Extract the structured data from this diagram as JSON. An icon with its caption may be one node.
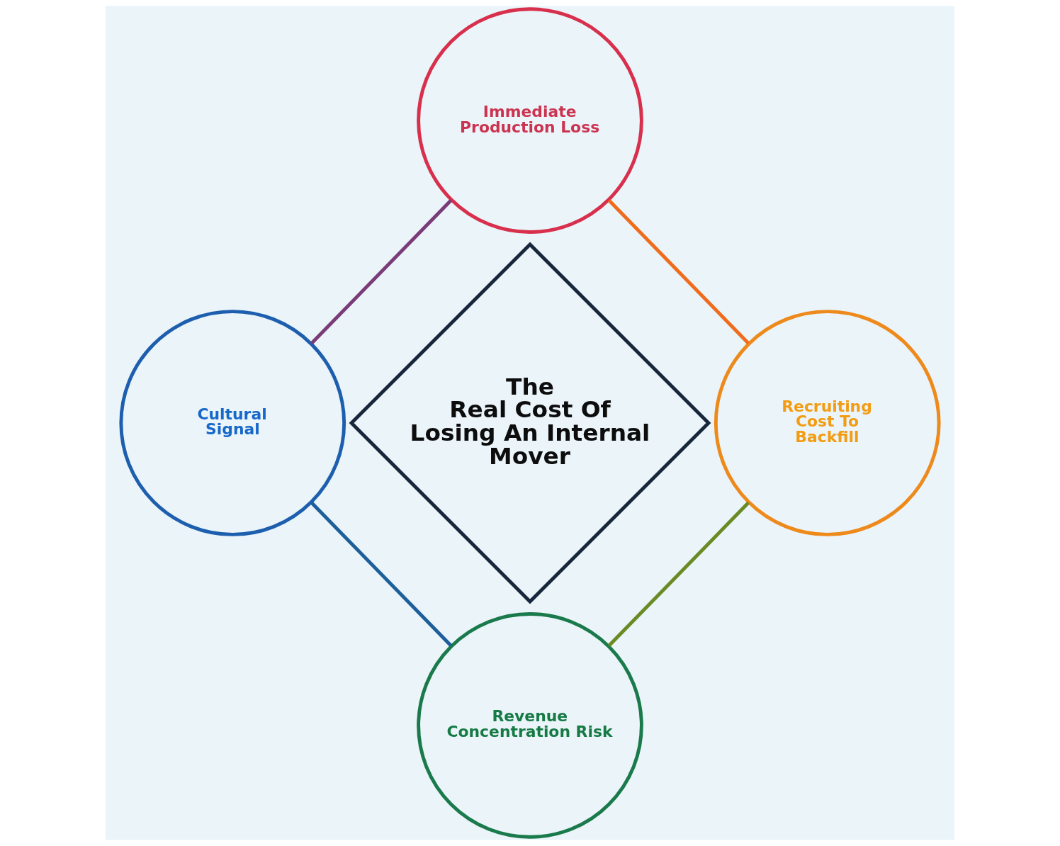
{
  "diagram": {
    "nodes": [
      {
        "text": [
          "Immediate Production Loss"
        ]
      },
      {
        "text": [
          "Cultural Signal"
        ]
      },
      {
        "text": [
          "The Real Cost Of Losing An Internal Mover"
        ]
      },
      {
        "text": [
          "Recruiting Cost To Backfill"
        ]
      },
      {
        "text": [
          "Revenue Concentration Risk"
        ]
      }
    ],
    "edges": [
      {
        "from": 0,
        "to": 1,
        "arrow": "none",
        "color": "#7a3c78"
      },
      {
        "from": 0,
        "to": 3,
        "arrow": "none",
        "color": "#ef6c1c"
      },
      {
        "from": 1,
        "to": 4,
        "arrow": "none",
        "color": "#1d5f9a"
      },
      {
        "from": 3,
        "to": 4,
        "arrow": "none",
        "color": "#6a8a24"
      }
    ]
  }
}
